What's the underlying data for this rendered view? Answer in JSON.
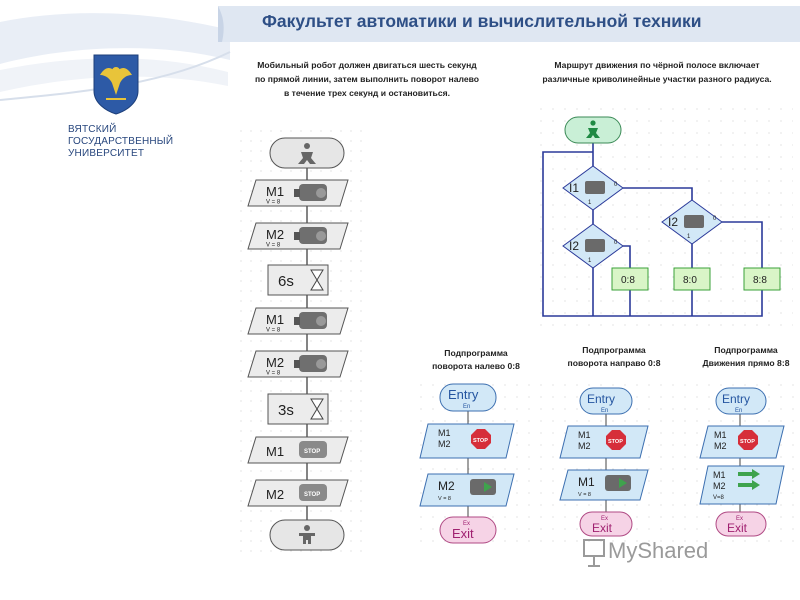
{
  "header": {
    "title": "Факультет автоматики и вычислительной техники",
    "university": [
      "ВЯТСКИЙ",
      "ГОСУДАРСТВЕННЫЙ",
      "УНИВЕРСИТЕТ"
    ],
    "colors": {
      "title": "#2e4f86",
      "banner": "#dfe7f2"
    }
  },
  "left_desc": [
    "Мобильный робот должен двигаться шесть секунд",
    "по прямой линии, затем выполнить поворот налево",
    "в течение трех секунд и остановиться."
  ],
  "right_desc": [
    "Маршрут  движения по чёрной полосе включает",
    "различные криволинейные участки разного радиуса."
  ],
  "left_flow": {
    "blocks": [
      {
        "motor": "M1",
        "speed": "V = 8"
      },
      {
        "motor": "M2",
        "speed": "V = 8"
      },
      {
        "wait": "6s"
      },
      {
        "motor": "M1",
        "speed": "V = 8"
      },
      {
        "motor": "M2",
        "speed": "V = 8"
      },
      {
        "wait": "3s"
      },
      {
        "motor": "M1",
        "stop": "STOP"
      },
      {
        "motor": "M2",
        "stop": "STOP"
      }
    ]
  },
  "right_flow": {
    "decisions": [
      {
        "label": "I1",
        "zero": "0",
        "one": "1"
      },
      {
        "label": "I2",
        "zero": "0",
        "one": "1"
      },
      {
        "label": "I2",
        "zero": "0",
        "one": "1"
      }
    ],
    "calls": [
      "0:8",
      "8:0",
      "8:8"
    ]
  },
  "subprograms": [
    {
      "title": [
        "Подпрограмма",
        "поворота налево 0:8"
      ],
      "entry": "Entry",
      "en": "En",
      "motors": [
        "M1",
        "M2"
      ],
      "stop": "STOP",
      "motor2": "M2",
      "speed": "V = 8",
      "ex": "Ex",
      "exit": "Exit"
    },
    {
      "title": [
        "Подпрограмма",
        "поворота направо 0:8"
      ],
      "entry": "Entry",
      "en": "En",
      "motors": [
        "M1",
        "M2"
      ],
      "stop": "STOP",
      "motor2": "M1",
      "speed": "V = 8",
      "ex": "Ex",
      "exit": "Exit"
    },
    {
      "title": [
        "Подпрограмма",
        "Движения прямо 8:8"
      ],
      "entry": "Entry",
      "en": "En",
      "motors": [
        "M1",
        "M2"
      ],
      "stop": "STOP",
      "motor2a": "M1",
      "motor2b": "M2",
      "speed": "V=8",
      "ex": "Ex",
      "exit": "Exit"
    }
  ],
  "watermark": "MyShared"
}
